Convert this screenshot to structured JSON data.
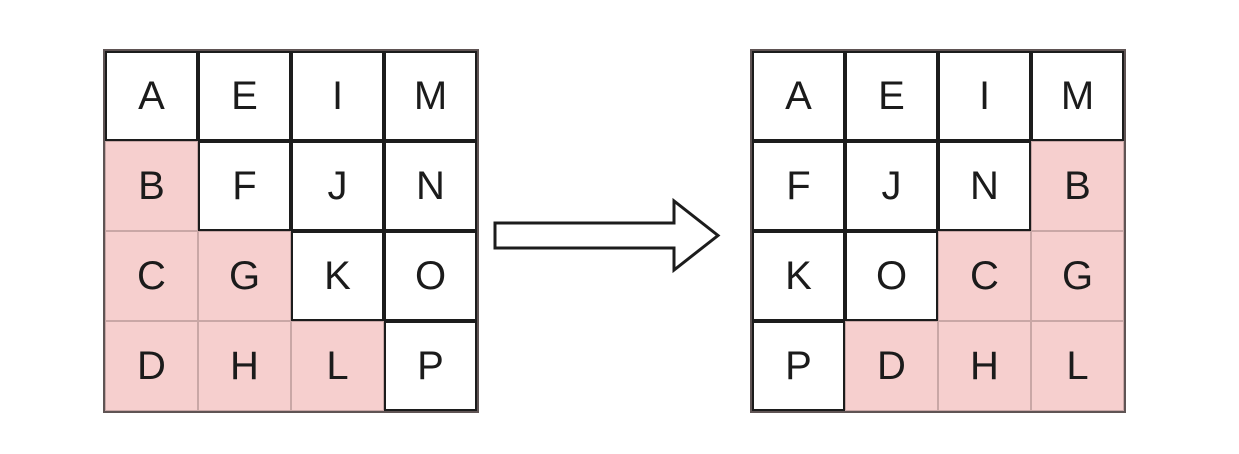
{
  "colors": {
    "highlight_fill": "#f6cfce",
    "highlight_border": "#c9a7a6",
    "cell_fill": "#ffffff",
    "cell_border": "#1c1c1c",
    "grid_outer_border": "#5f5454",
    "letter_color": "#1b1b1b",
    "arrow_stroke": "#1c1c1c",
    "arrow_fill": "#ffffff"
  },
  "grids": [
    {
      "name": "left-grid",
      "rows": [
        [
          {
            "letter": "A",
            "highlighted": false
          },
          {
            "letter": "E",
            "highlighted": false
          },
          {
            "letter": "I",
            "highlighted": false
          },
          {
            "letter": "M",
            "highlighted": false
          }
        ],
        [
          {
            "letter": "B",
            "highlighted": true
          },
          {
            "letter": "F",
            "highlighted": false
          },
          {
            "letter": "J",
            "highlighted": false
          },
          {
            "letter": "N",
            "highlighted": false
          }
        ],
        [
          {
            "letter": "C",
            "highlighted": true
          },
          {
            "letter": "G",
            "highlighted": true
          },
          {
            "letter": "K",
            "highlighted": false
          },
          {
            "letter": "O",
            "highlighted": false
          }
        ],
        [
          {
            "letter": "D",
            "highlighted": true
          },
          {
            "letter": "H",
            "highlighted": true
          },
          {
            "letter": "L",
            "highlighted": true
          },
          {
            "letter": "P",
            "highlighted": false
          }
        ]
      ]
    },
    {
      "name": "right-grid",
      "rows": [
        [
          {
            "letter": "A",
            "highlighted": false
          },
          {
            "letter": "E",
            "highlighted": false
          },
          {
            "letter": "I",
            "highlighted": false
          },
          {
            "letter": "M",
            "highlighted": false
          }
        ],
        [
          {
            "letter": "F",
            "highlighted": false
          },
          {
            "letter": "J",
            "highlighted": false
          },
          {
            "letter": "N",
            "highlighted": false
          },
          {
            "letter": "B",
            "highlighted": true
          }
        ],
        [
          {
            "letter": "K",
            "highlighted": false
          },
          {
            "letter": "O",
            "highlighted": false
          },
          {
            "letter": "C",
            "highlighted": true
          },
          {
            "letter": "G",
            "highlighted": true
          }
        ],
        [
          {
            "letter": "P",
            "highlighted": false
          },
          {
            "letter": "D",
            "highlighted": true
          },
          {
            "letter": "H",
            "highlighted": true
          },
          {
            "letter": "L",
            "highlighted": true
          }
        ]
      ]
    }
  ],
  "arrow": {
    "direction": "right"
  }
}
